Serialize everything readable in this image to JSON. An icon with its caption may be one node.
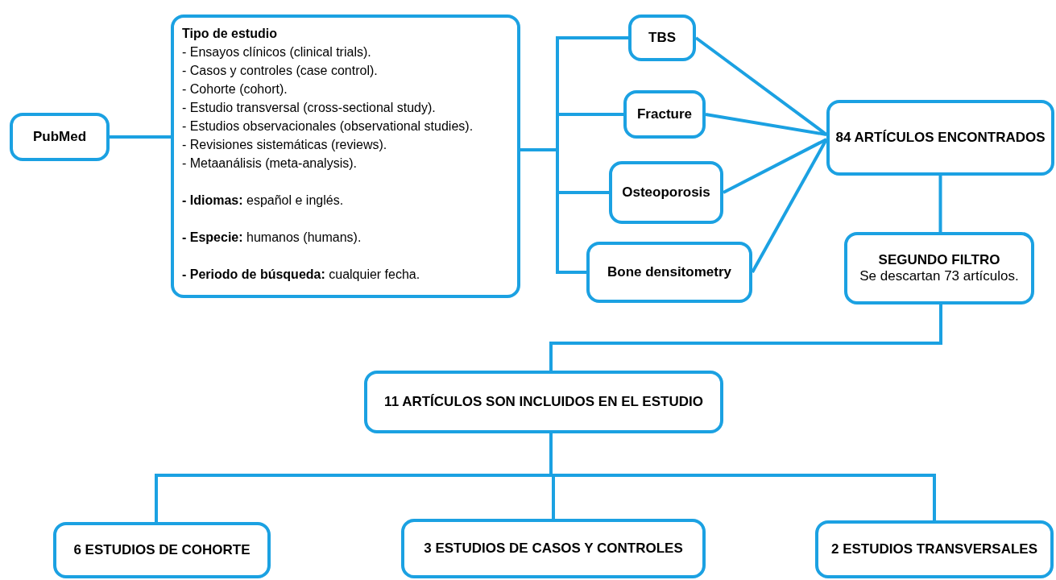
{
  "diagram": {
    "nodes": [
      {
        "text": [
          "PubMed"
        ]
      },
      {
        "text": [
          "Tipo de estudio",
          "- Ensayos clínicos (clinical trials).",
          "- Casos y controles (case control).",
          "- Cohorte (cohort).",
          "- Estudio transversal (cross-sectional study).",
          "- Estudios observacionales (observational studies).",
          "- Revisiones sistemáticas (reviews).",
          "- Metaanálisis (meta-analysis).",
          "**- Idiomas:** español e inglés.",
          "**- Especie:** humanos (humans).",
          "**- Periodo de búsqueda:** cualquier fecha."
        ]
      },
      {
        "text": [
          "TBS"
        ]
      },
      {
        "text": [
          "Fracture"
        ]
      },
      {
        "text": [
          "Osteoporosis"
        ]
      },
      {
        "text": [
          "Bone densitometry"
        ]
      },
      {
        "text": [
          "84 ARTÍCULOS ENCONTRADOS"
        ]
      },
      {
        "text": [
          "SEGUNDO FILTRO",
          "Se descartan 73 artículos."
        ]
      },
      {
        "text": [
          "11 ARTÍCULOS SON INCLUIDOS EN EL ESTUDIO"
        ]
      },
      {
        "text": [
          "6 ESTUDIOS DE COHORTE"
        ]
      },
      {
        "text": [
          "3 ESTUDIOS DE CASOS Y CONTROLES"
        ]
      },
      {
        "text": [
          "2 ESTUDIOS TRANSVERSALES"
        ]
      }
    ],
    "edges": [
      {
        "from": 0,
        "to": 1,
        "arrow": "none"
      },
      {
        "from": 1,
        "to": 2,
        "arrow": "none"
      },
      {
        "from": 1,
        "to": 3,
        "arrow": "none"
      },
      {
        "from": 1,
        "to": 4,
        "arrow": "none"
      },
      {
        "from": 1,
        "to": 5,
        "arrow": "none"
      },
      {
        "from": 2,
        "to": 6,
        "arrow": "none"
      },
      {
        "from": 3,
        "to": 6,
        "arrow": "none"
      },
      {
        "from": 4,
        "to": 6,
        "arrow": "none"
      },
      {
        "from": 5,
        "to": 6,
        "arrow": "none"
      },
      {
        "from": 6,
        "to": 7,
        "arrow": "none"
      },
      {
        "from": 7,
        "to": 8,
        "arrow": "none"
      },
      {
        "from": 8,
        "to": 9,
        "arrow": "none"
      },
      {
        "from": 8,
        "to": 10,
        "arrow": "none"
      },
      {
        "from": 8,
        "to": 11,
        "arrow": "none"
      }
    ]
  }
}
